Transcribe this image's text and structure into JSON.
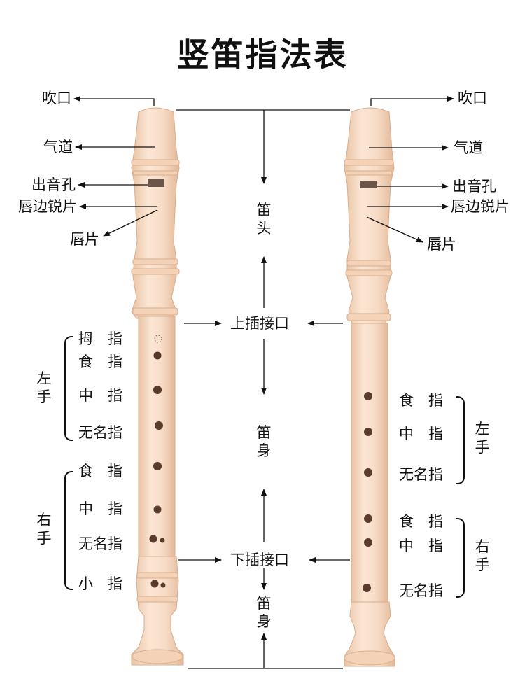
{
  "title": "竖笛指法表",
  "left_labels": {
    "mouthpiece": "吹口",
    "windway": "气道",
    "window": "出音孔",
    "labium_edge": "唇边锐片",
    "lip": "唇片"
  },
  "right_labels": {
    "mouthpiece": "吹口",
    "windway": "气道",
    "window": "出音孔",
    "labium_edge": "唇边锐片",
    "lip": "唇片"
  },
  "center": {
    "head": "笛头",
    "upper_joint": "上插接口",
    "body": "笛身",
    "lower_joint": "下插接口",
    "foot": "笛身"
  },
  "left_fingering": {
    "left_hand": "左手",
    "right_hand": "右手",
    "fingers": [
      "拇　指",
      "食　指",
      "中　指",
      "无名指",
      "食　指",
      "中　指",
      "无名指",
      "小　指"
    ]
  },
  "right_fingering": {
    "left_hand": "左手",
    "right_hand": "右手",
    "fingers": [
      "食　指",
      "中　指",
      "无名指",
      "食　指",
      "中　指",
      "无名指"
    ]
  },
  "colors": {
    "recorder_body": "#f7dcc6",
    "recorder_shadow": "#e9c3a5",
    "hole": "#5a3a2a",
    "text": "#111111"
  }
}
